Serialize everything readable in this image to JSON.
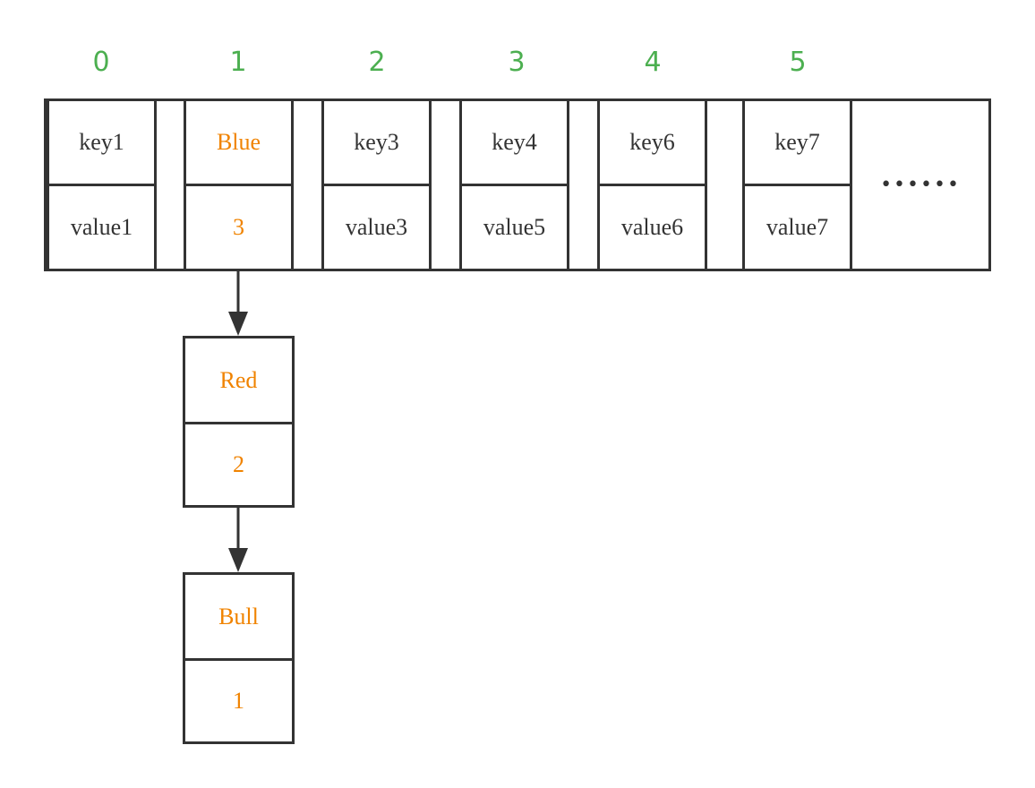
{
  "colors": {
    "index": "#4caf50",
    "text": "#333333",
    "highlight": "#f08300",
    "line": "#333333"
  },
  "indices": [
    "0",
    "1",
    "2",
    "3",
    "4",
    "5"
  ],
  "buckets": [
    {
      "key": "key1",
      "value": "value1",
      "highlight": false
    },
    {
      "key": "Blue",
      "value": "3",
      "highlight": true
    },
    {
      "key": "key3",
      "value": "value3",
      "highlight": false
    },
    {
      "key": "key4",
      "value": "value5",
      "highlight": false
    },
    {
      "key": "key6",
      "value": "value6",
      "highlight": false
    },
    {
      "key": "key7",
      "value": "value7",
      "highlight": false
    }
  ],
  "chain": [
    {
      "key": "Red",
      "value": "2"
    },
    {
      "key": "Bull",
      "value": "1"
    }
  ],
  "ellipsis": "••••••"
}
